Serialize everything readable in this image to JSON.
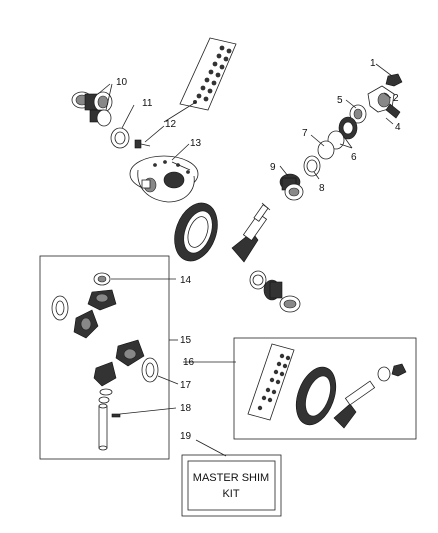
{
  "diagram": {
    "callouts": [
      {
        "id": "c1",
        "label": "1"
      },
      {
        "id": "c2",
        "label": "2"
      },
      {
        "id": "c4",
        "label": "4"
      },
      {
        "id": "c5",
        "label": "5"
      },
      {
        "id": "c6",
        "label": "6"
      },
      {
        "id": "c7",
        "label": "7"
      },
      {
        "id": "c8",
        "label": "8"
      },
      {
        "id": "c9",
        "label": "9"
      },
      {
        "id": "c10",
        "label": "10"
      },
      {
        "id": "c11",
        "label": "11"
      },
      {
        "id": "c12",
        "label": "12"
      },
      {
        "id": "c13",
        "label": "13"
      },
      {
        "id": "c14",
        "label": "14"
      },
      {
        "id": "c15",
        "label": "15"
      },
      {
        "id": "c16",
        "label": "16"
      },
      {
        "id": "c17",
        "label": "17"
      },
      {
        "id": "c18",
        "label": "18"
      },
      {
        "id": "c19",
        "label": "19"
      }
    ],
    "kit_box": {
      "line1": "MASTER SHIM",
      "line2": "KIT"
    }
  }
}
